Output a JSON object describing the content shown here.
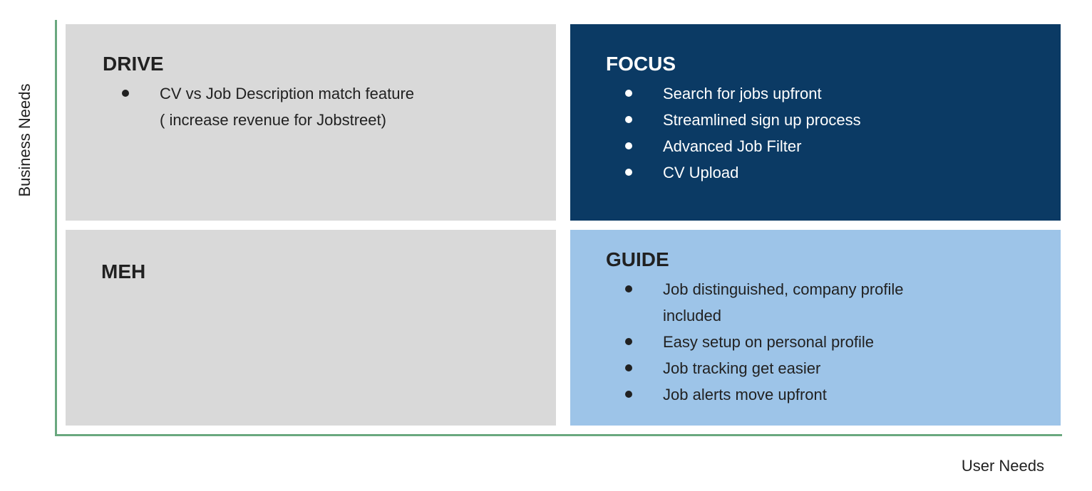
{
  "matrix": {
    "y_axis_label": "Business Needs",
    "x_axis_label": "User Needs",
    "colors": {
      "quadrant_gray": "#d9d9d9",
      "quadrant_dark_blue": "#0b3a64",
      "quadrant_light_blue": "#9dc4e8",
      "axis_green": "#6aa87f",
      "focus_text": "#ffffff",
      "dark_text": "#212121"
    },
    "quadrants": {
      "drive": {
        "title": "DRIVE",
        "items": [
          {
            "lines": [
              "CV vs Job Description match feature",
              "( increase revenue for Jobstreet)"
            ]
          }
        ]
      },
      "focus": {
        "title": "FOCUS",
        "items": [
          {
            "lines": [
              "Search for jobs upfront"
            ]
          },
          {
            "lines": [
              "Streamlined sign up process"
            ]
          },
          {
            "lines": [
              "Advanced Job Filter"
            ]
          },
          {
            "lines": [
              "CV Upload"
            ]
          }
        ]
      },
      "meh": {
        "title": "MEH",
        "items": []
      },
      "guide": {
        "title": "GUIDE",
        "items": [
          {
            "lines": [
              "Job distinguished, company profile",
              "included"
            ]
          },
          {
            "lines": [
              "Easy setup on personal profile"
            ]
          },
          {
            "lines": [
              "Job tracking get easier"
            ]
          },
          {
            "lines": [
              "Job alerts move upfront"
            ]
          }
        ]
      }
    }
  }
}
